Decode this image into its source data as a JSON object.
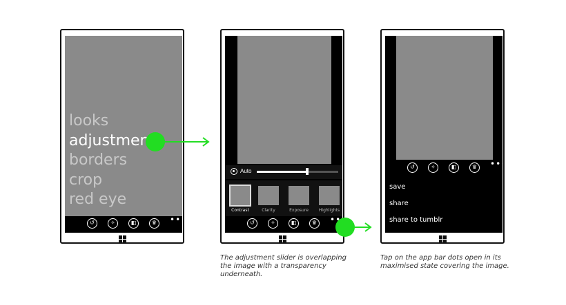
{
  "phone1": {
    "menu": [
      "looks",
      "adjustments",
      "borders",
      "crop",
      "red eye"
    ],
    "active_item": "adjustments",
    "appbar": {
      "icons": [
        "undo-icon",
        "wand-icon",
        "compare-icon",
        "crown-icon"
      ],
      "more": "•••"
    }
  },
  "phone2": {
    "auto_label": "Auto",
    "slider_value": 0.62,
    "filters": [
      "Contrast",
      "Clarity",
      "Exposure",
      "Highlights"
    ],
    "selected_filter": "Contrast",
    "appbar": {
      "icons": [
        "undo-icon",
        "wand-icon",
        "compare-icon",
        "crown-icon"
      ],
      "more": "•••"
    }
  },
  "phone3": {
    "appbar": {
      "icons": [
        "undo-icon",
        "wand-icon",
        "compare-icon",
        "crown-icon"
      ],
      "more": "•••"
    },
    "share_menu": [
      "save",
      "share",
      "share to tumblr"
    ]
  },
  "captions": {
    "phone2": "The adjustment slider is overlapping the image with a transparency underneath.",
    "phone3": "Tap on the app bar dots open in its maximised state covering the image."
  },
  "colors": {
    "highlight": "#22dd22",
    "image_placeholder": "#8a8a8a",
    "screen": "#000000"
  }
}
